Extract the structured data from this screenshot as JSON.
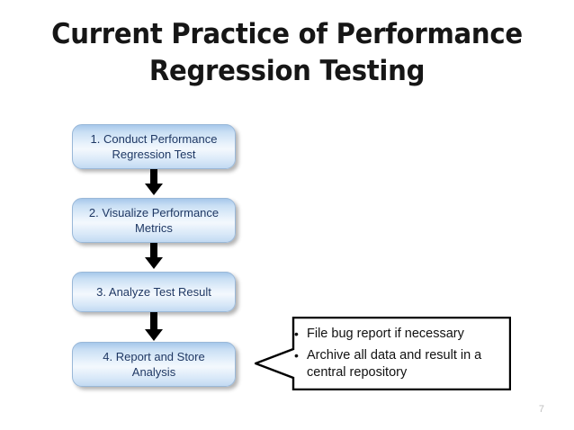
{
  "slide": {
    "title": "Current Practice of Performance\nRegression Testing",
    "page_number": "7",
    "background_color": "#ffffff",
    "title_color": "#161616"
  },
  "flow": {
    "box_fill_top_color": "#a6c8ea",
    "box_fill_bottom_color": "#c2daf2",
    "box_border_color": "#9ab8d8",
    "box_text_color": "#1f3864",
    "arrow_color": "#000000",
    "steps": [
      {
        "id": "step-1",
        "label": "1. Conduct Performance\nRegression Test"
      },
      {
        "id": "step-2",
        "label": "2. Visualize Performance\nMetrics"
      },
      {
        "id": "step-3",
        "label": "3. Analyze Test Result"
      },
      {
        "id": "step-4",
        "label": "4. Report and Store\nAnalysis"
      }
    ]
  },
  "callout": {
    "border_color": "#000000",
    "fill_color": "#ffffff",
    "text_color": "#111111",
    "bullet_glyph": "•",
    "bullets": [
      "File bug report if necessary",
      "Archive all data and result in a central repository"
    ]
  }
}
